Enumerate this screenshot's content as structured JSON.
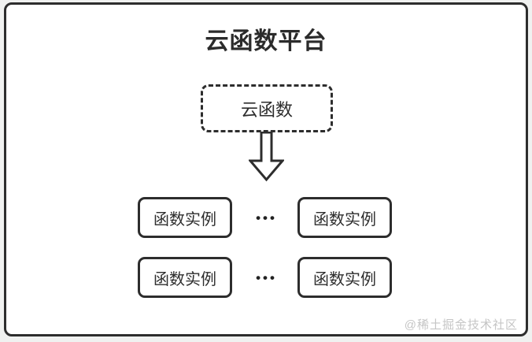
{
  "page": {
    "outer_background": "#f0f1f0",
    "frame_background": "#ffffff",
    "line_color": "#2d2d2d"
  },
  "diagram": {
    "title": "云函数平台",
    "source_node": {
      "label": "云函数"
    },
    "arrow_icon": "down-arrow-icon",
    "instance_rows": [
      {
        "left": "函数实例",
        "dots": "•••",
        "right": "函数实例"
      },
      {
        "left": "函数实例",
        "dots": "•••",
        "right": "函数实例"
      }
    ],
    "watermark": "@稀土掘金技术社区"
  }
}
